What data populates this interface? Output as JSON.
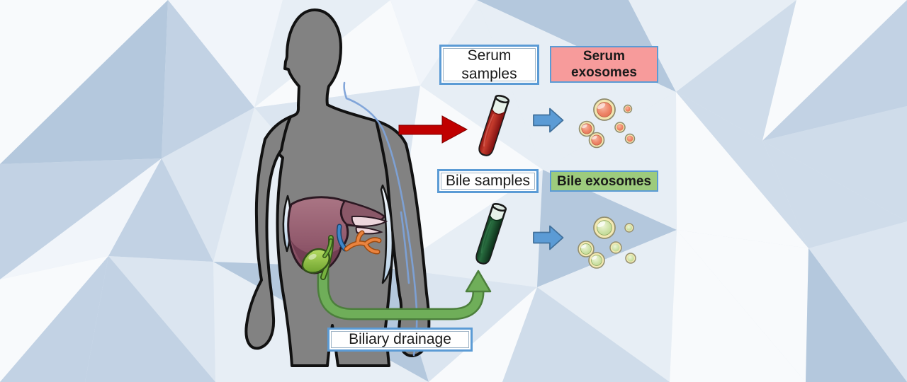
{
  "diagram": {
    "boxes": {
      "serum_samples": {
        "label": "Serum\nsamples"
      },
      "serum_exosomes": {
        "label": "Serum\nexosomes"
      },
      "bile_samples": {
        "label": "Bile samples"
      },
      "bile_exosomes": {
        "label": "Bile exosomes"
      },
      "biliary_drainage": {
        "label": "Biliary drainage"
      }
    },
    "colors": {
      "box_border": "#5b9bd5",
      "serum_box_bg": "#f79b9b",
      "bile_box_bg": "#9dcb7d",
      "serum_arrow": "#c00000",
      "bile_arrow": "#6fae59",
      "bile_arrow_outline": "#4c7f3c",
      "transfer_arrow": "#5b9bd5",
      "transfer_arrow_outline": "#41719c",
      "serum_liquid": "#b52a21",
      "bile_liquid": "#1c5a33",
      "body_fill": "#828282",
      "vein": "#7da2d8",
      "liver": "#91596c",
      "gallbladder": "#8bc34a",
      "background_palette": [
        "#f8fafc",
        "#f1f5fa",
        "#e7eef5",
        "#dbe5f0",
        "#cfdcea",
        "#c2d2e4",
        "#b4c8dd"
      ]
    },
    "icons": {
      "human-body-silhouette": "gray front-facing human figure with black outline",
      "liver-icon": "stylized liver with gallbladder and vessels",
      "serum-test-tube-icon": "tilted test tube with red liquid",
      "bile-test-tube-icon": "tilted test tube with dark green liquid",
      "serum-exosome-cluster-icon": "salmon circles with cream rings",
      "bile-exosome-cluster-icon": "pale green circles with cream rings",
      "red-arrow-icon": "solid red arrow pointing right",
      "green-arrow-icon": "green elbow arrow from liver up to bile tube",
      "blue-arrow-icon": "blue block arrow pointing right"
    }
  }
}
